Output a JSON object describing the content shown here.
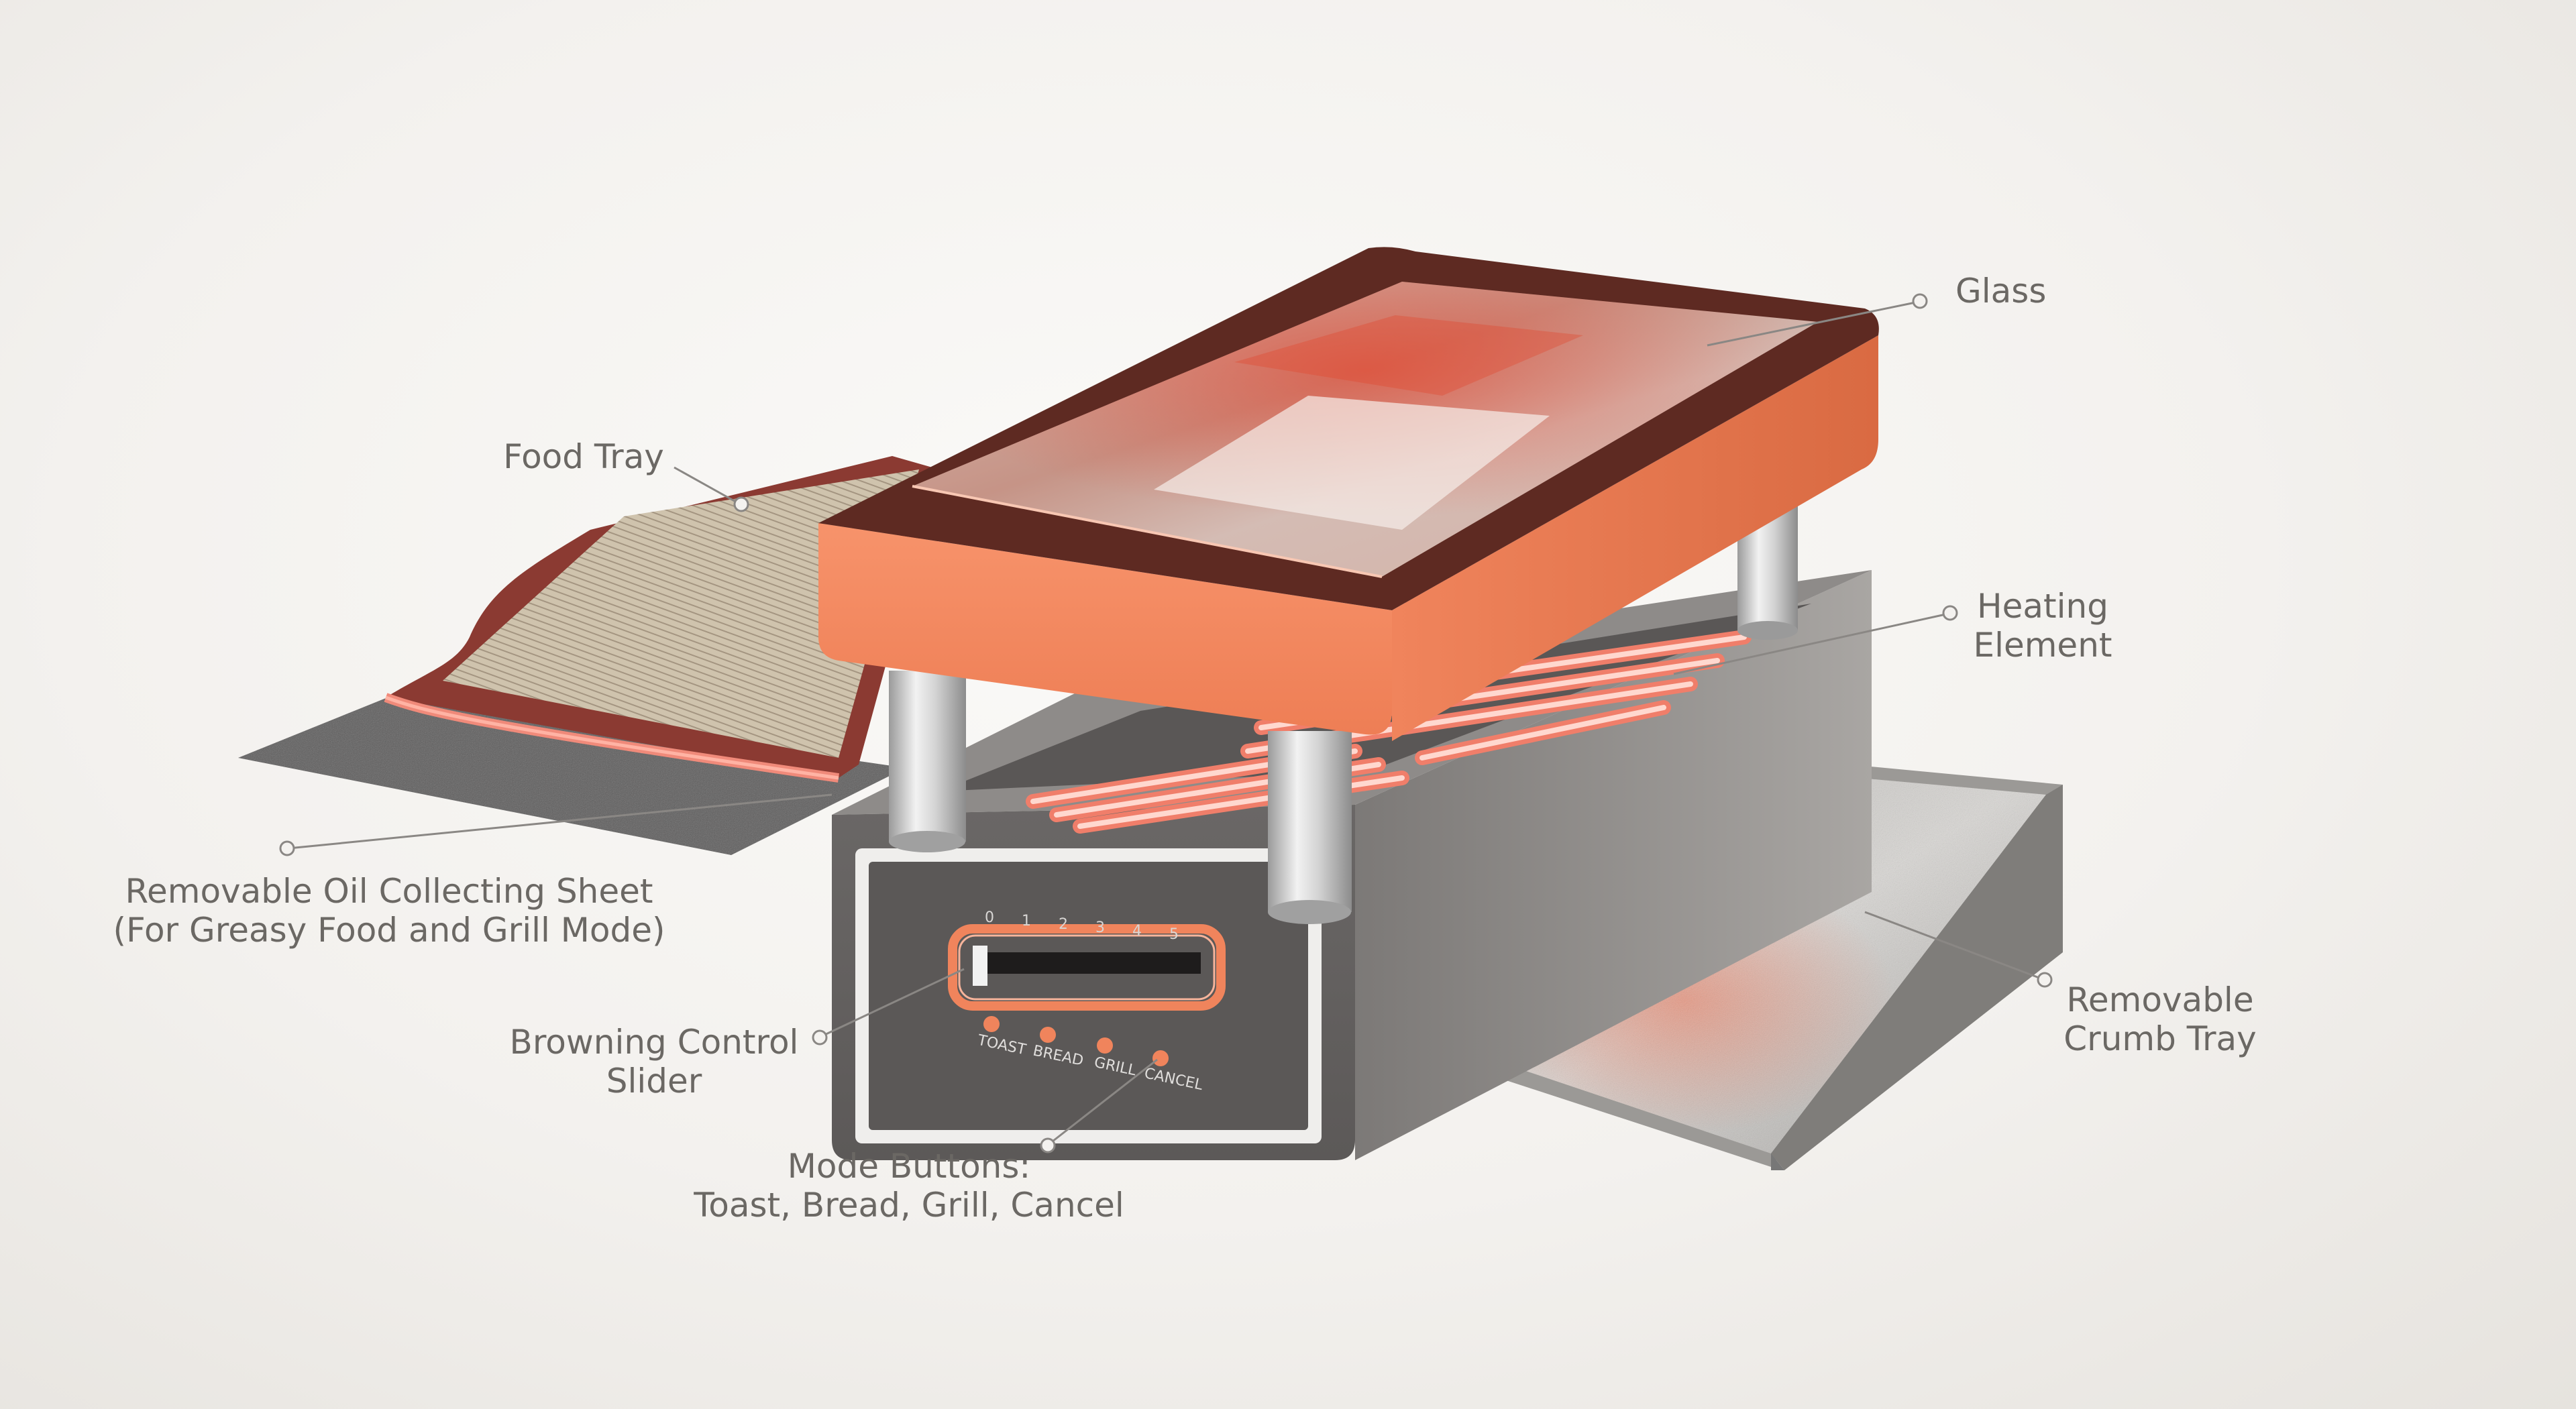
{
  "callouts": {
    "glass": {
      "lines": [
        "Glass"
      ]
    },
    "food_tray": {
      "lines": [
        "Food Tray"
      ]
    },
    "heating_element": {
      "lines": [
        "Heating",
        "Element"
      ]
    },
    "oil_sheet": {
      "lines": [
        "Removable Oil Collecting Sheet",
        "(For Greasy Food and Grill Mode)"
      ]
    },
    "browning_slider": {
      "lines": [
        "Browning Control",
        "Slider"
      ]
    },
    "crumb_tray": {
      "lines": [
        "Removable",
        "Crumb Tray"
      ]
    },
    "mode_buttons": {
      "lines": [
        "Mode Buttons:",
        "Toast, Bread, Grill, Cancel"
      ]
    }
  },
  "control_panel": {
    "scale_labels": [
      "0",
      "1",
      "2",
      "3",
      "4",
      "5"
    ],
    "buttons": [
      "TOAST",
      "BREAD",
      "GRILL",
      "CANCEL"
    ]
  },
  "colors": {
    "accent_orange": "#f0845c",
    "dark_brown": "#6a2a22",
    "body_gray": "#6e6b6a",
    "label_text": "#6b6864",
    "leader_line": "#8a8784"
  }
}
